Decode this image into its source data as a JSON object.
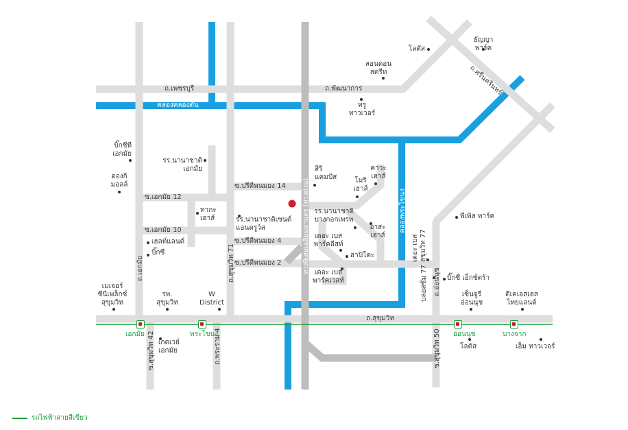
{
  "colors": {
    "road": "#dddddd",
    "canal": "#1aa0e0",
    "highway": "#bdbdbd",
    "bts": "#1a9e3a",
    "marker": "#d0202e"
  },
  "roads": {
    "phetchaburi": "ถ.เพชรบุรี",
    "phatthanakan": "ถ.พัฒนาการ",
    "srinakarin": "ถ.ศรีนครินทร์",
    "sukhumvit": "ถ.สุขุมวิท",
    "ekkamai": "ถ.เอกมัย",
    "sukhumvit71": "ถ.สุขุมวิท 71",
    "rama4": "ถ.พระราม 4",
    "expressway": "ทางพิเศษเฉลิมมหานคร (ทางด่วน)",
    "onnut": "ถ.อ่อนนุช",
    "soi_ekkamai12": "ซ.เอกมัย 12",
    "soi_ekkamai10": "ซ.เอกมัย 10",
    "soi_pridi14": "ซ.ปรีดีพนมยง 14",
    "soi_pridi4": "ซ.ปรีดีพนมยง 4",
    "soi_pridi2": "ซ.ปรีดีพนมยง 2",
    "soi_sukhumvit42": "ซ.สุขุมวิท 42",
    "soi_sukhumvit50": "ซ.สุขุมวิท 50",
    "soi_sukhumvit77": "ซ.สุขุมวิท 77"
  },
  "canals": {
    "klong_ton": "คลองคลองตัน",
    "phra_khanong": "คลองพระโขนง"
  },
  "places": {
    "lotus_top": "โลตัส",
    "thanya_park": "ธัญญา\nพาร์ค",
    "london_street": "ลอนดอน\nสตรีท",
    "true_tower": "ทรู\nทาวเวอร์",
    "ekkamai_school": "รร.นานาชาติ\nเอกมัย",
    "big_c_ekkamai": "บิ๊กซีที\nเอกมัย",
    "donki_mall": "ดองกิ\nมอลล์",
    "siri_campus": "สิริ\nแคมปัส",
    "kawa_house": "คาวะ\nเฮาส์",
    "mori_house": "โมริ\nเฮาส์",
    "taka_house": "ทากะ\nเฮาส์",
    "st_andrews": "รร.นานาชาติเซนต์\nแอนดรูว์ส",
    "bangkok_prep": "รร.นานาชาติ\nบางกอกเพรพ",
    "asa_house": "อาสะ\nเฮาส์",
    "healthland": "เฮลท์แลนด์",
    "big_c": "บิ๊กซี",
    "base_sukhumvit": "เดอะ เบส\nพาร์คอีสท์",
    "hapi_toko": "ฮาปิโตะ",
    "base_park_west": "เดอะ เบส\nพาร์คเวสท์",
    "base_sukhumvit77": "เดอะ เบส\nสุขุมวิท 77",
    "blossom77": "บลอสซั่ม 77",
    "purple_park": "พีเพิล พาร์ค",
    "big_c_extra": "บิ๊กซี เอ็กซ์ตร้า",
    "major_sukhumvit": "เมเจอร์\nซีนีเพล็กซ์\nสุขุมวิท",
    "hospital_sukhumvit": "รพ.\nสุขุมวิท",
    "w_district": "W\nDistrict",
    "century_onnut": "เซ็นจูรี\nอ่อนนุช",
    "tesco_thailand": "ดีเคเอสเฮส\nไทยแลนด์",
    "gateway_ekkamai": "เกตเวย์\nเอกมัย",
    "lotus_bottom": "โลตัส",
    "m_tower": "เอ็ม ทาวเวอร์"
  },
  "stations": {
    "ekkamai": "เอกมัย",
    "phra_khanong": "พระโขนง",
    "on_nut": "อ่อนนุช",
    "bang_chak": "บางจาก"
  },
  "legend": {
    "bts_green": "รถไฟฟ้าสายสีเขียว"
  }
}
